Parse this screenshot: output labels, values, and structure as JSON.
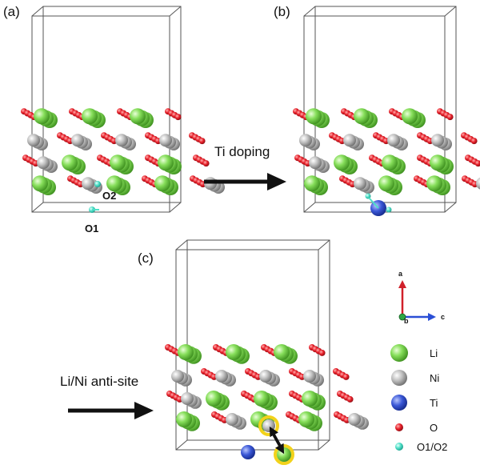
{
  "panels": {
    "a": {
      "label": "(a)",
      "site_labels": [
        "O2",
        "O1"
      ]
    },
    "b": {
      "label": "(b)"
    },
    "c": {
      "label": "(c)"
    }
  },
  "arrows": {
    "ab": {
      "text": "Ti doping"
    },
    "c": {
      "text": "Li/Ni anti-site"
    }
  },
  "axes": {
    "a": "a",
    "b": "b",
    "c": "c"
  },
  "legend": [
    {
      "symbol": "li",
      "label": "Li",
      "color": "#7ed957"
    },
    {
      "symbol": "ni",
      "label": "Ni",
      "color": "#b8b8b8"
    },
    {
      "symbol": "ti",
      "label": "Ti",
      "color": "#3a57d6"
    },
    {
      "symbol": "o",
      "label": "O",
      "color": "#e8202a"
    },
    {
      "symbol": "o1o2",
      "label": "O1/O2",
      "color": "#4fe0c8"
    }
  ],
  "colors": {
    "li": "#7ed957",
    "ni": "#b8b8b8",
    "ti": "#3a57d6",
    "o": "#e8202a",
    "site": "#4fe0c8",
    "highlight": "#f2d21b",
    "box": "#555555",
    "axis_a": "#d0202a",
    "axis_c": "#2a4fd6"
  }
}
